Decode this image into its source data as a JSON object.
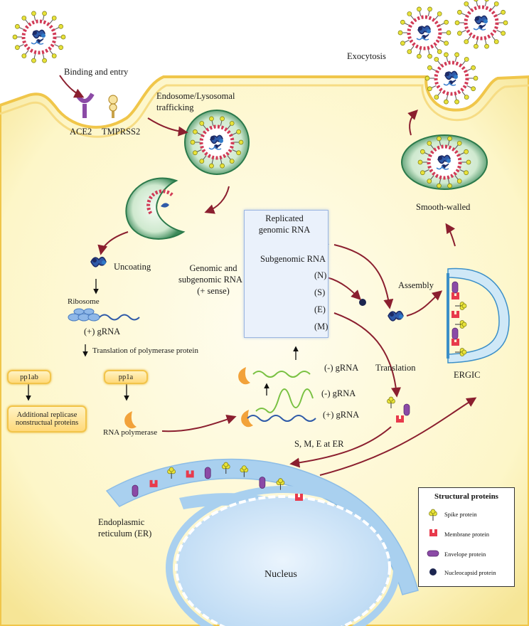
{
  "labels": {
    "binding_entry": "Binding and entry",
    "ace2": "ACE2",
    "tmprss2": "TMPRSS2",
    "endosome_line1": "Endosome/Lysosomal",
    "endosome_line2": "trafficking",
    "exocytosis": "Exocytosis",
    "smooth_walled": "Smooth-walled",
    "uncoating": "Uncoating",
    "ribosome": "Ribosome",
    "plus_grna": "(+) gRNA",
    "translation_polymerase": "Translation of polymerase protein",
    "genomic_line1": "Genomic and",
    "genomic_line2": "subgenomic RNA",
    "genomic_line3": "(+ sense)",
    "replicated_line1": "Replicated",
    "replicated_line2": "genomic  RNA",
    "subgenomic_rna": "Subgenomic RNA",
    "n": "(N)",
    "s": "(S)",
    "e": "(E)",
    "m": "(M)",
    "assembly": "Assembly",
    "ergic": "ERGIC",
    "translation": "Translation",
    "minus_grna_1": "(-) gRNA",
    "minus_grna_2": "(-) gRNA",
    "plus_grna_2": "(+) gRNA",
    "pp1ab": "pp1ab",
    "pp1a": "pp1a",
    "additional_line1": "Additional replicase",
    "additional_line2": "nonstructual proteins",
    "rna_polymerase": "RNA polymerase",
    "smeer": "S, M, E at ER",
    "er_line1": "Endoplasmic",
    "er_line2": "reticulum (ER)",
    "nucleus": "Nucleus"
  },
  "legend": {
    "title": "Structural proteins",
    "items": [
      {
        "label": "Spike protein",
        "icon": "spike-icon"
      },
      {
        "label": "Membrane protein",
        "icon": "membrane-icon"
      },
      {
        "label": "Envelope protein",
        "icon": "envelope-icon"
      },
      {
        "label": "Nucleocapsid protein",
        "icon": "nucleocapsid-icon"
      }
    ]
  },
  "colors": {
    "cytoplasm": "#fdf6c8",
    "membrane": "#f0c64a",
    "er": "#a9d0ef",
    "nucleus": "#cfe4f7",
    "arrow": "#8b1f2f",
    "spike": "#e8e23a",
    "membrane_protein": "#e83a4c",
    "envelope_protein": "#8b4aa6",
    "nucleocapsid": "#1c2550",
    "rna_blue": "#2f5aa8",
    "rna_navy": "#1d2b66",
    "rna_yellow": "#e6e233",
    "rna_red": "#e03a4a",
    "rna_purple": "#7b3ea2",
    "rna_green": "#79c142"
  }
}
